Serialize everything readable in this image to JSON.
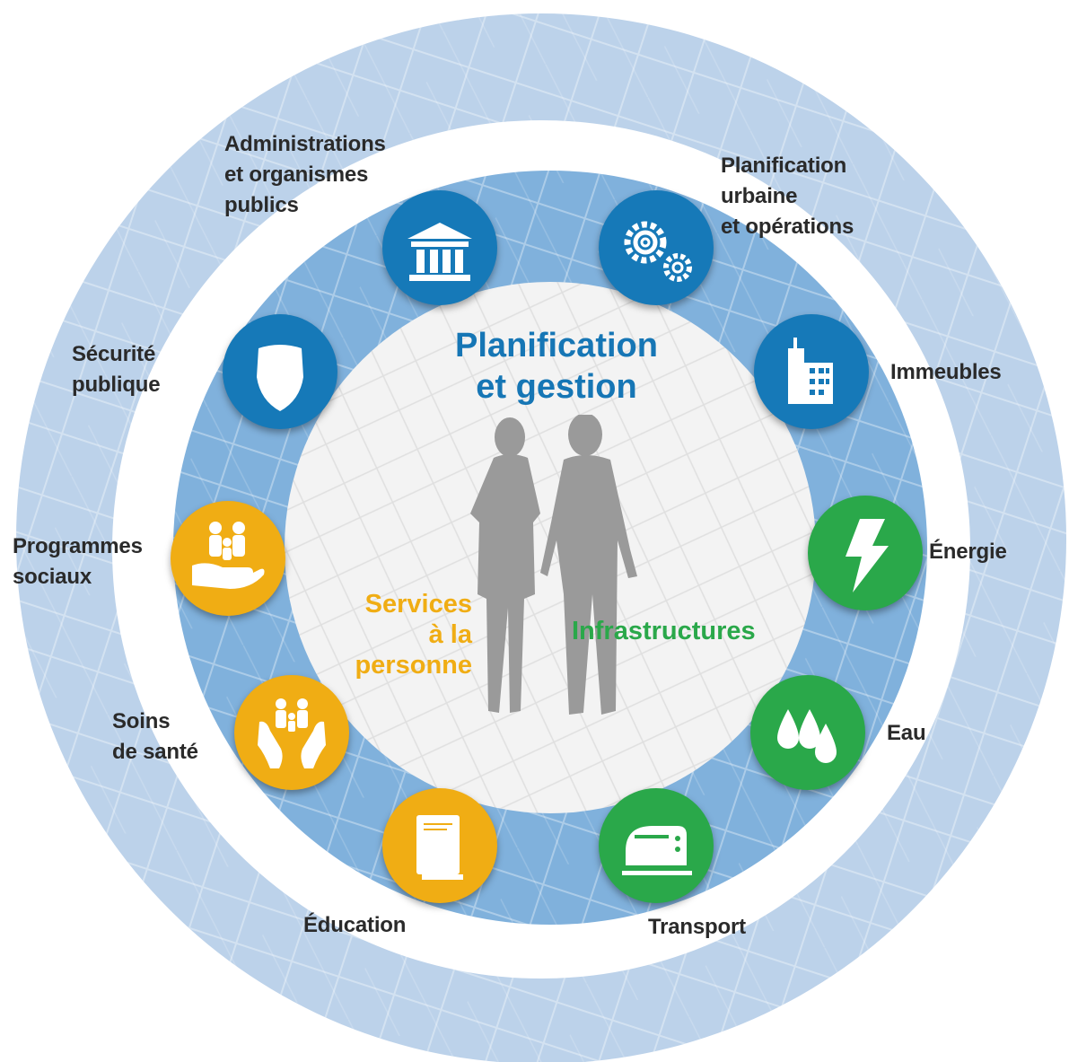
{
  "colors": {
    "blue": "#1679b8",
    "green": "#2aa84a",
    "yellow": "#f0ad14",
    "outer_ring": "#bcd2ea",
    "middle_ring": "#7fb0da",
    "silhouette": "#9a9a9a"
  },
  "center": {
    "title_line1": "Planification",
    "title_line2": "et gestion"
  },
  "groups": {
    "human": {
      "line1": "Services",
      "line2": "à la",
      "line3": "personne"
    },
    "infra": {
      "label": "Infrastructures"
    }
  },
  "items": {
    "admin": {
      "line1": "Administrations",
      "line2": "et organismes",
      "line3": "publics",
      "icon": "building-columns-icon"
    },
    "planning": {
      "line1": "Planification",
      "line2": "urbaine",
      "line3": "et opérations",
      "icon": "gears-icon"
    },
    "security": {
      "line1": "Sécurité",
      "line2": "publique",
      "icon": "shield-icon"
    },
    "buildings": {
      "label": "Immeubles",
      "icon": "buildings-icon"
    },
    "social": {
      "line1": "Programmes",
      "line2": "sociaux",
      "icon": "hand-people-icon"
    },
    "energy": {
      "label": "Énergie",
      "icon": "lightning-icon"
    },
    "health": {
      "line1": "Soins",
      "line2": "de santé",
      "icon": "hands-family-icon"
    },
    "water": {
      "label": "Eau",
      "icon": "water-drops-icon"
    },
    "education": {
      "label": "Éducation",
      "icon": "book-icon"
    },
    "transport": {
      "label": "Transport",
      "icon": "train-icon"
    }
  }
}
